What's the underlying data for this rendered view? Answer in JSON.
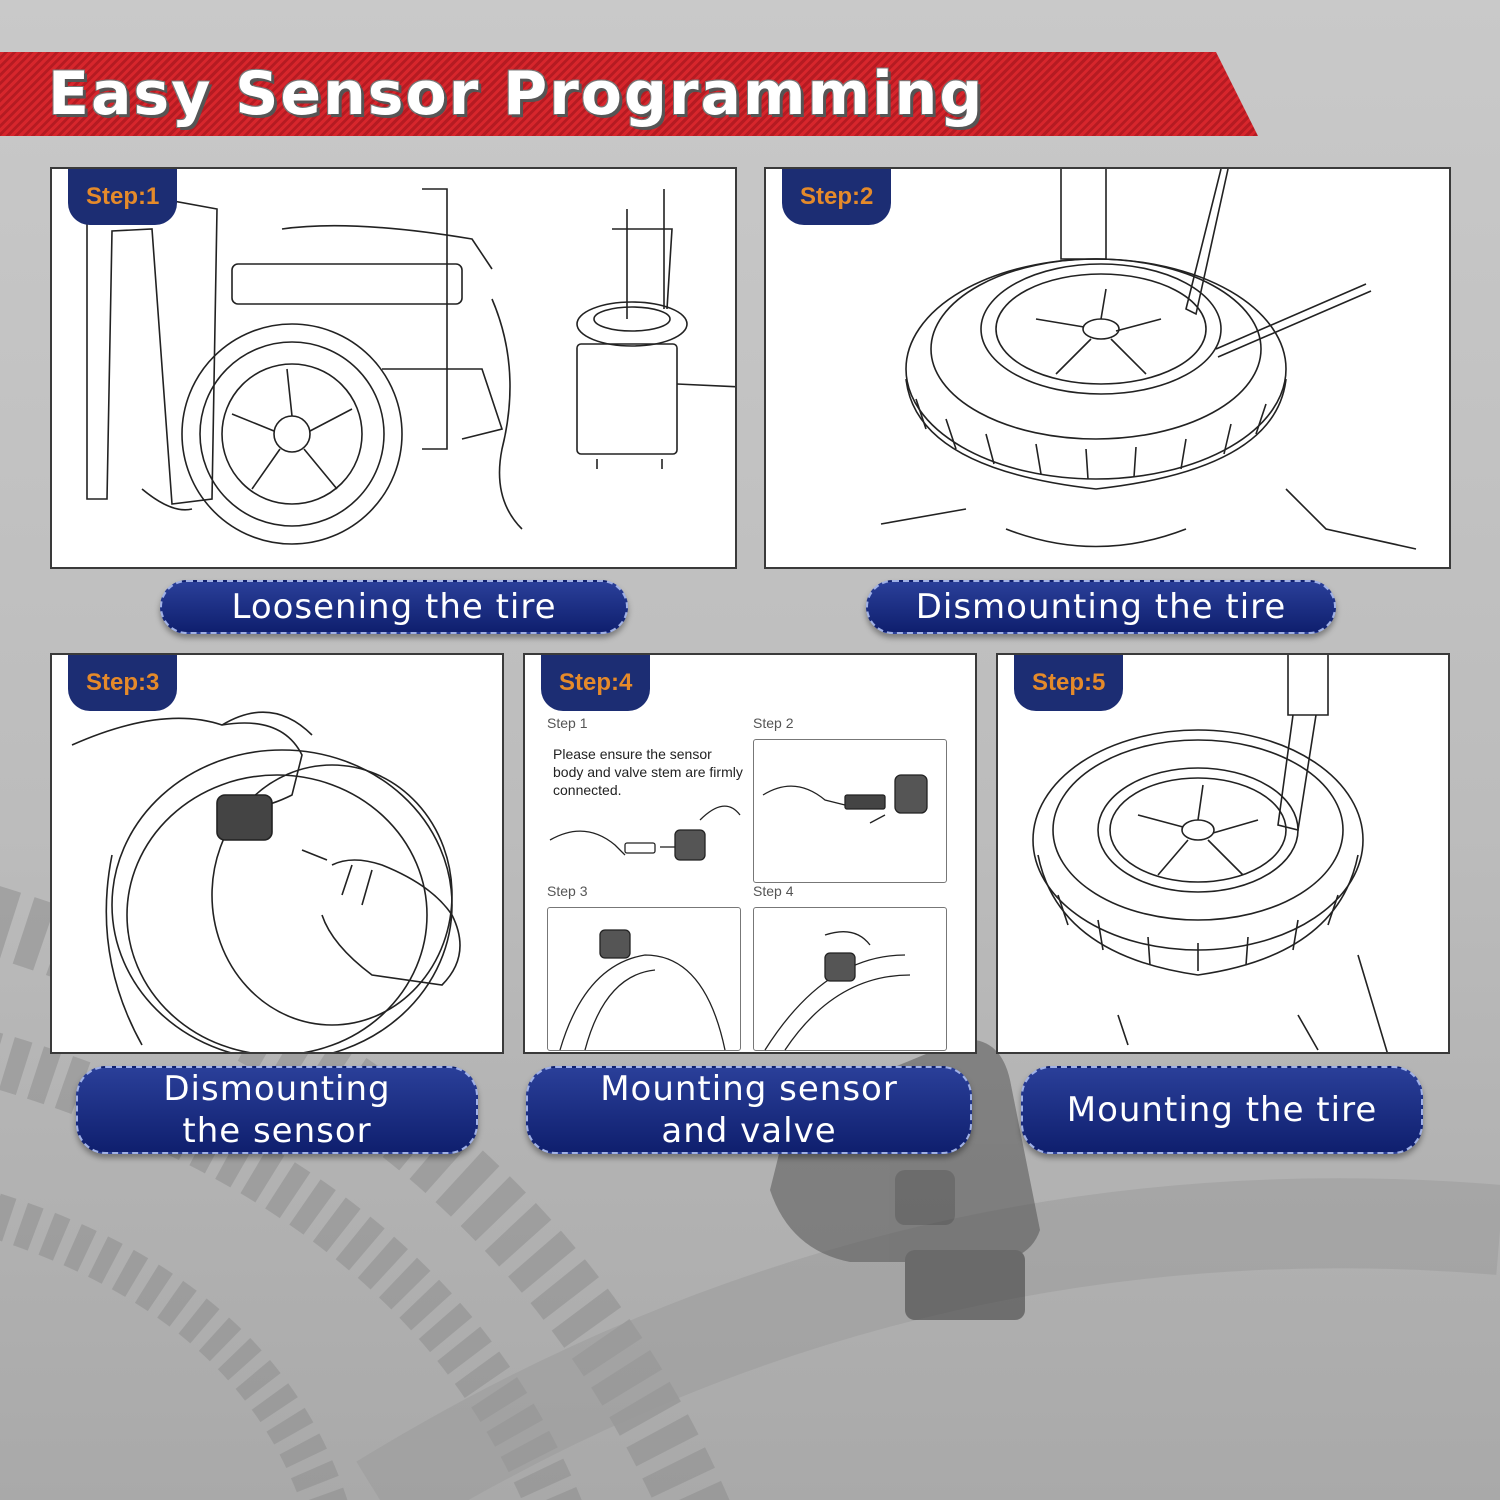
{
  "title": "Easy Sensor Programming",
  "colors": {
    "banner_red": "#d7262c",
    "badge_navy": "#1c2d73",
    "badge_text_orange": "#e58a2a",
    "caption_blue": "#1a2f85"
  },
  "steps": [
    {
      "badge": "Step:1",
      "caption": "Loosening the tire",
      "illustration": "tire-changer-icon"
    },
    {
      "badge": "Step:2",
      "caption": "Dismounting the tire",
      "illustration": "tire-dismount-icon"
    },
    {
      "badge": "Step:3",
      "caption": "Dismounting\nthe sensor",
      "illustration": "hands-sensor-icon"
    },
    {
      "badge": "Step:4",
      "caption": "Mounting sensor\nand valve",
      "illustration": "sensor-assembly-icon"
    },
    {
      "badge": "Step:5",
      "caption": "Mounting the tire",
      "illustration": "tire-mount-icon"
    }
  ],
  "step4_detail": {
    "sub1_label": "Step 1",
    "sub2_label": "Step 2",
    "sub3_label": "Step 3",
    "sub4_label": "Step 4",
    "note": "Please ensure the sensor body and valve stem are firmly connected."
  },
  "background_product": "tpms-sensor-icon"
}
